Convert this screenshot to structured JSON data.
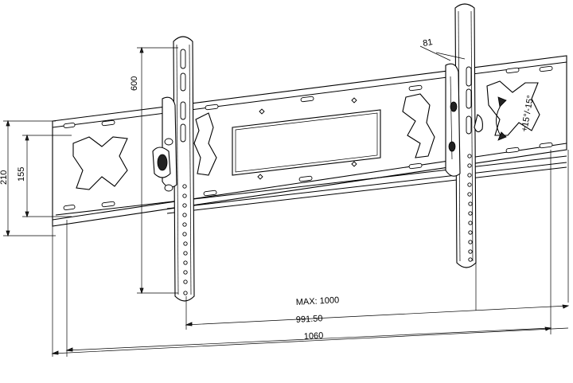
{
  "diagram": {
    "dimensions": {
      "max_width": "MAX: 1000",
      "hole_span": "991.50",
      "total_width": "1060",
      "rail_height": "210",
      "inner_height": "155",
      "arm_height": "600",
      "arm_offset": "81",
      "tilt": "+15°/-15°"
    }
  }
}
